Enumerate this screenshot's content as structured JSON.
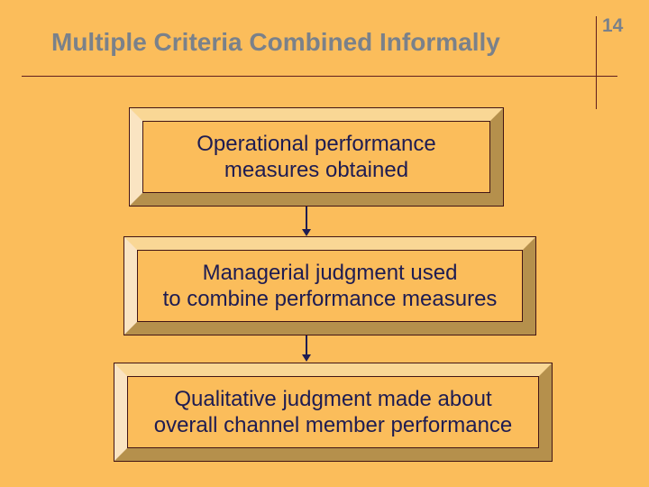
{
  "slide": {
    "title": "Multiple Criteria Combined Informally",
    "page_number": "14"
  },
  "colors": {
    "background": "#FBBD5B",
    "box_fill": "#FBBD5B",
    "title_text": "#7A818A",
    "rule_line": "#601E1E",
    "box_outline": "#421515",
    "bevel_top": "#F9D795",
    "bevel_light": "#FAE4C2",
    "bevel_dark": "#B5904C",
    "body_text": "#1E1C52",
    "arrow": "#1E1C52"
  },
  "flowchart": {
    "boxes": [
      {
        "lines": [
          "Operational performance",
          "measures obtained"
        ]
      },
      {
        "lines": [
          "Managerial judgment used",
          "to combine performance measures"
        ]
      },
      {
        "lines": [
          "Qualitative judgment made about",
          "overall channel member performance"
        ]
      }
    ]
  }
}
